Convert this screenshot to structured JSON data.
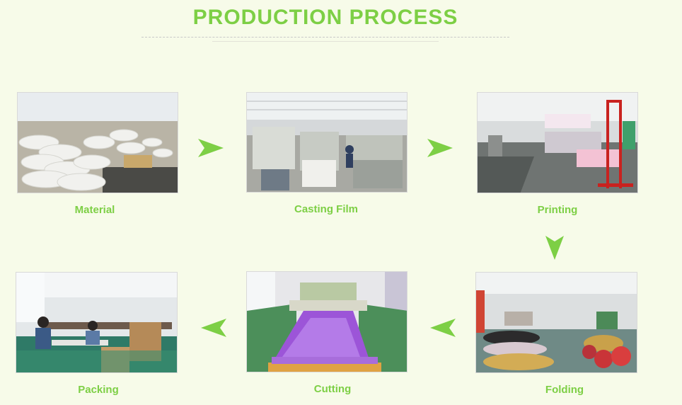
{
  "header": {
    "title": "PRODUCTION PROCESS"
  },
  "steps": [
    {
      "label": "Material"
    },
    {
      "label": "Casting Film"
    },
    {
      "label": "Printing"
    },
    {
      "label": "Folding"
    },
    {
      "label": "Cutting"
    },
    {
      "label": "Packing"
    }
  ],
  "colors": {
    "accent": "#7dcf45",
    "background": "#f7fbe9"
  },
  "icons": [
    "arrow-right-icon",
    "arrow-down-icon",
    "arrow-left-icon"
  ]
}
